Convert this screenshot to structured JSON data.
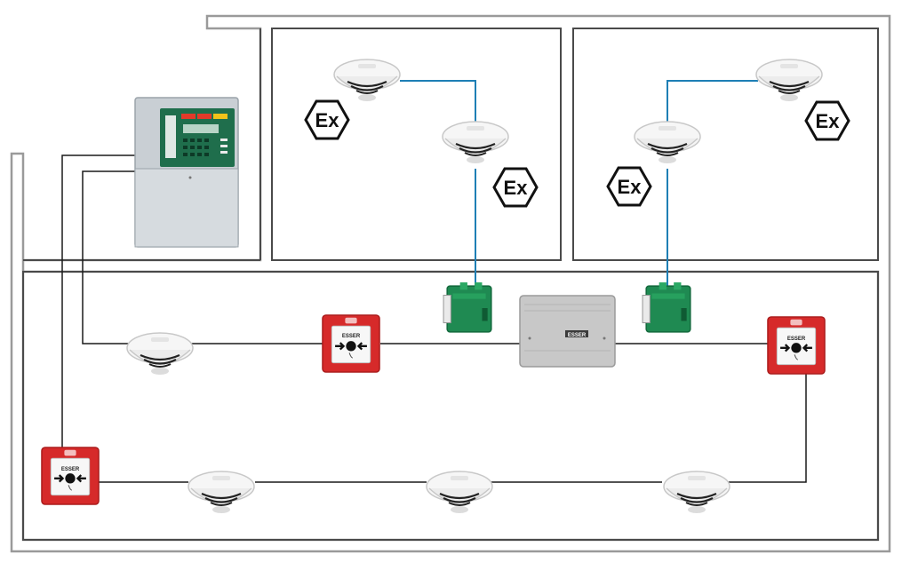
{
  "diagram": {
    "call_point_brand": "ESSER",
    "repeater_brand": "ESSER",
    "ex_symbol_label": "Ex"
  },
  "colors": {
    "wall": "#9a9a9a",
    "wire": "#1a1a1a",
    "ex_wire": "#1e7fb5",
    "call_point_red": "#d62a2a",
    "isolator_green": "#1f8a52",
    "panel_body": "#c9cfd4",
    "panel_face": "#1f6e4c",
    "detector_white": "#f3f3f3"
  },
  "icons": [
    "fire-panel",
    "smoke-detector",
    "ex-symbol",
    "manual-call-point",
    "ex-barrier-module",
    "repeater-box"
  ]
}
